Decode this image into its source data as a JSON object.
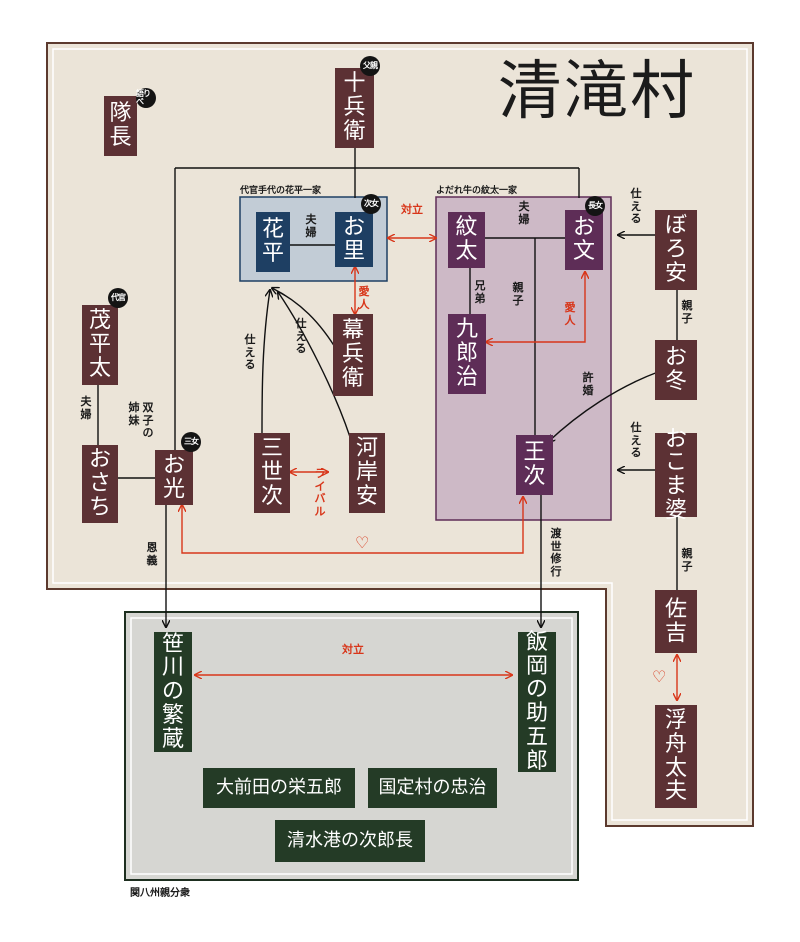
{
  "title": "清滝村",
  "groups": {
    "hanahei": "代官手代の花平一家",
    "monta": "よだれ牛の紋太一家"
  },
  "characters": {
    "taichou": "隊長",
    "juubei": "十兵衛",
    "ohana": "お里",
    "hanahei": "花平",
    "monta": "紋太",
    "ofumi": "お文",
    "boroyasu": "ぼろ安",
    "kuroji": "九郎治",
    "makubei": "幕兵衛",
    "moheita": "茂平太",
    "ofuyu": "お冬",
    "osachi": "おさち",
    "omitsu": "お光",
    "sanseiji": "三世次",
    "kawagishiyasu": "河岸安",
    "ouji": "王次",
    "okomababa": "おこま婆",
    "sakichi": "佐吉",
    "ukifunedayu": "浮舟太夫",
    "sasagawa": "笹川の繁蔵",
    "iioka": "飯岡の助五郎",
    "oomaeda": "大前田の栄五郎",
    "kunisada": "国定村の忠治",
    "shimizu": "清水港の次郎長"
  },
  "badges": {
    "taichou": "語りべ",
    "juubei": "父親",
    "ohana": "次女",
    "ofumi": "長女",
    "moheita": "代官",
    "omitsu": "三女"
  },
  "relations": {
    "fuufu_hana": "夫婦",
    "fuufu_mon": "夫婦",
    "tairitsu_top": "対立",
    "aijin_left": "愛人",
    "aijin_right": "愛人",
    "kyoudai": "兄弟",
    "oya_ko_mon": "親子",
    "tsukaeru_boro": "仕える",
    "oyako_boro": "親子",
    "tsukaeru_maku": "仕える",
    "tsukaeru_san": "仕える",
    "kyoudai_fuufu": "夫婦",
    "futago": "双子の姉妹",
    "kyoukon": "許婚",
    "tsukaeru_koma": "仕える",
    "oyako_koma": "親子",
    "rival": "ライバル",
    "ongi": "恩義",
    "tosei": "渡世修行",
    "tairitsu_bottom": "対立",
    "heart": "♡",
    "heart2": "♡"
  },
  "footer": "関八州親分衆",
  "colors": {
    "village_bg": "#ebe4d8",
    "village_node": "#5c3134",
    "hanahei_node": "#1e3f63",
    "monta_node": "#5e2d57",
    "kanhasshu_node": "#243b26",
    "kanhasshu_bg": "#d6d6d2",
    "relation_red": "#d8361a"
  }
}
